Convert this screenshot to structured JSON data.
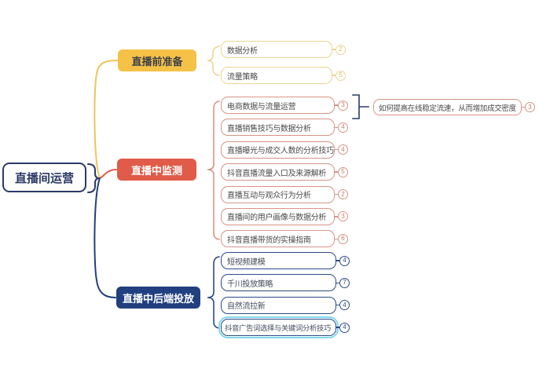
{
  "root": {
    "label": "直播间运营"
  },
  "branches": [
    {
      "label": "直播前准备",
      "children": [
        {
          "label": "数据分析",
          "badge": "2"
        },
        {
          "label": "流量策略",
          "badge": "5"
        }
      ]
    },
    {
      "label": "直播中监测",
      "children": [
        {
          "label": "电商数据与流量运营",
          "badge": "3",
          "children": [
            {
              "label": "如何提高在线稳定流速，从而增加成交密度",
              "badge": "3"
            }
          ]
        },
        {
          "label": "直播销售技巧与数据分析",
          "badge": "4"
        },
        {
          "label": "直播曝光与成交人数的分析技巧",
          "badge": "4"
        },
        {
          "label": "抖音直播流量入口及来源解析",
          "badge": "5"
        },
        {
          "label": "直播互动与观众行为分析",
          "badge": "2"
        },
        {
          "label": "直播间的用户画像与数据分析",
          "badge": "3"
        },
        {
          "label": "抖音直播带货的实操指南",
          "badge": "6"
        }
      ]
    },
    {
      "label": "直播中后端投放",
      "children": [
        {
          "label": "短视频建模",
          "badge": "4"
        },
        {
          "label": "千川投放策略",
          "badge": "7"
        },
        {
          "label": "自然流拉新",
          "badge": "4"
        },
        {
          "label": "抖音广告词选择与关键词分析技巧",
          "badge": "4",
          "selected": true
        }
      ]
    }
  ],
  "colors": {
    "branch1_fill": "#f5c247",
    "branch1_outline": "#ecd492",
    "branch2_fill": "#e05b49",
    "branch2_outline": "#d79486",
    "branch3_fill": "#22407f",
    "bran3_outline": "#2e4a86",
    "root_border": "#2b3a66",
    "selection_ring": "#7ed9ec",
    "background": "#ffffff"
  }
}
